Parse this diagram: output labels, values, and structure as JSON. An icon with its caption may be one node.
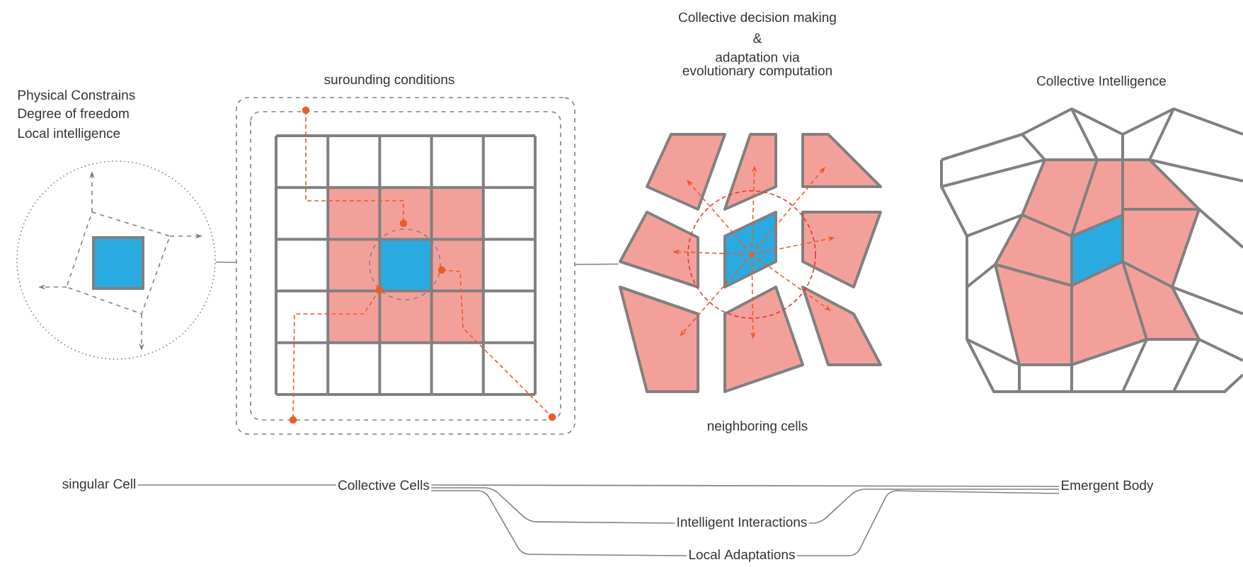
{
  "diagram": {
    "nodes": [
      {
        "text": [],
        "shape": "circle",
        "beside": [
          "Physical Constrains",
          "Degree of freedom",
          "Local intelligence"
        ]
      },
      {
        "text": [],
        "shape": "box",
        "beside": [
          "surounding conditions"
        ]
      },
      {
        "text": [],
        "shape": "picture",
        "beside": [
          "Collective decision making",
          "&",
          "adaptation via evolutionary computation",
          "neighboring cells"
        ]
      },
      {
        "text": [],
        "shape": "picture",
        "beside": [
          "Collective Intelligence"
        ]
      },
      {
        "text": [
          "singular Cell"
        ]
      },
      {
        "text": [
          "Collective Cells"
        ]
      },
      {
        "text": [
          "Emergent Body"
        ]
      },
      {
        "text": [
          "Intelligent Interactions"
        ]
      },
      {
        "text": [
          "Local Adaptations"
        ]
      }
    ],
    "edges": [
      {
        "from": 0,
        "to": 1,
        "arrow": "none"
      },
      {
        "from": 1,
        "to": 2,
        "arrow": "none"
      },
      {
        "from": 4,
        "to": 5,
        "arrow": "none"
      },
      {
        "from": 5,
        "to": 6,
        "arrow": "none"
      },
      {
        "from": 5,
        "to": 7,
        "arrow": "none"
      },
      {
        "from": 7,
        "to": 6,
        "arrow": "none"
      },
      {
        "from": 5,
        "to": 8,
        "arrow": "none"
      },
      {
        "from": 8,
        "to": 6,
        "arrow": "none"
      }
    ]
  }
}
